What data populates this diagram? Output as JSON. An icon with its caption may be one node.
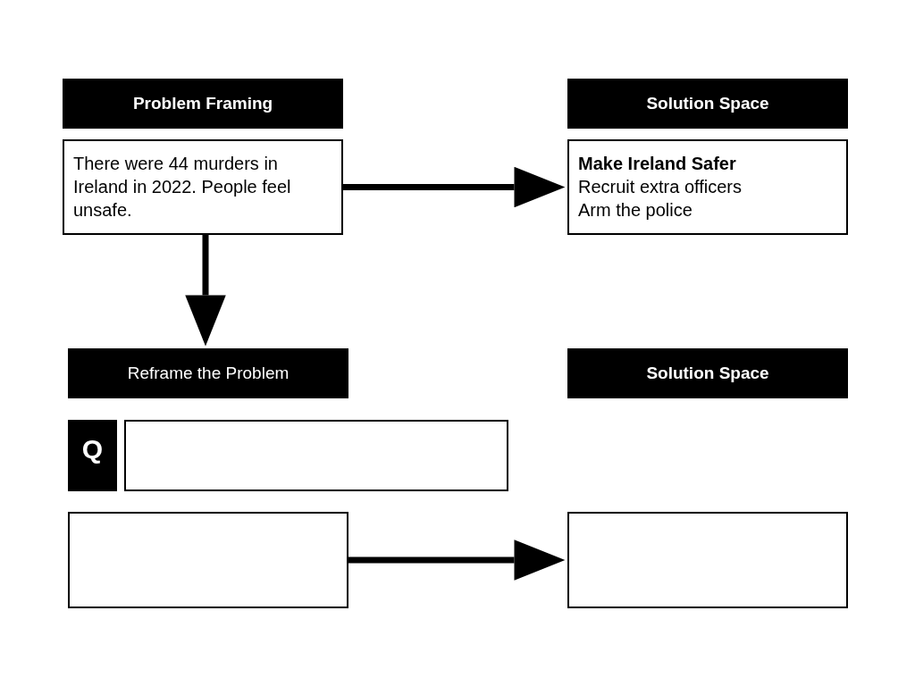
{
  "diagram": {
    "nodes": [
      {
        "text": [
          "Problem Framing"
        ]
      },
      {
        "text": [
          "There were 44 murders in Ireland in 2022. People feel unsafe."
        ]
      },
      {
        "text": [
          "Solution Space"
        ]
      },
      {
        "text": [
          "Make Ireland Safer",
          "Recruit extra officers",
          "Arm the police"
        ]
      },
      {
        "text": [
          "Reframe the Problem"
        ]
      },
      {
        "text": [
          "Solution Space"
        ]
      },
      {
        "text": [
          "Q"
        ]
      },
      {
        "text": [],
        "shape": "box"
      },
      {
        "text": [],
        "shape": "box"
      },
      {
        "text": [],
        "shape": "box"
      }
    ],
    "edges": [
      {
        "from": 1,
        "to": 3,
        "arrow": "to"
      },
      {
        "from": 1,
        "to": 4,
        "arrow": "to"
      },
      {
        "from": 8,
        "to": 9,
        "arrow": "to"
      }
    ]
  }
}
